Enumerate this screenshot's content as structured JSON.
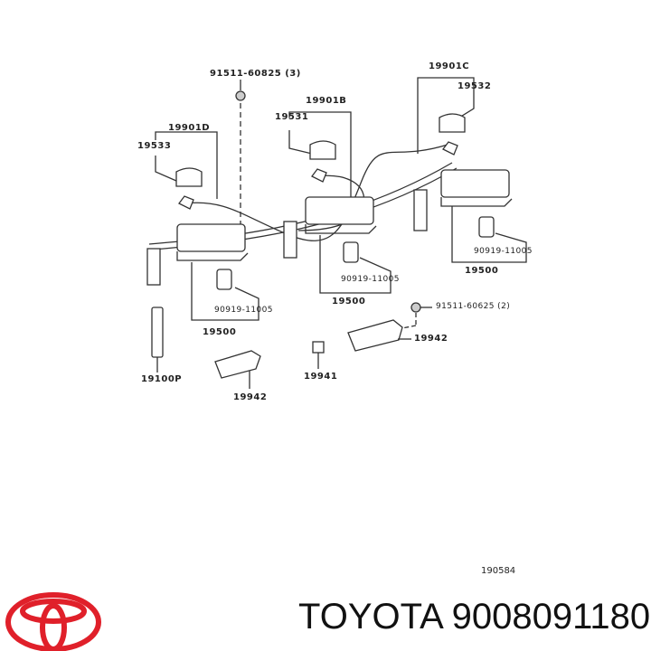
{
  "diagram": {
    "figure_code": "190584",
    "labels": {
      "bolt_top": "91511-60825 (3)",
      "set_d": "19901D",
      "cap_d": "19533",
      "set_b": "19901B",
      "cap_b": "19531",
      "set_c": "19901C",
      "cap_c": "19532",
      "sensor_right": "90919-11005",
      "coil_right": "19500",
      "sensor_mid": "90919-11005",
      "coil_mid": "19500",
      "sensor_left": "90919-11005",
      "coil_left": "19500",
      "bolt_bottom": "91511-60625 (2)",
      "clamp_right": "19942",
      "connector": "19941",
      "spark_plug": "19100P",
      "clamp_left": "19942"
    }
  },
  "footer": {
    "brand": "TOYOTA",
    "part_number": "9008091180",
    "caption": "TOYOTA 9008091180",
    "logo_color": "#e0202a"
  }
}
